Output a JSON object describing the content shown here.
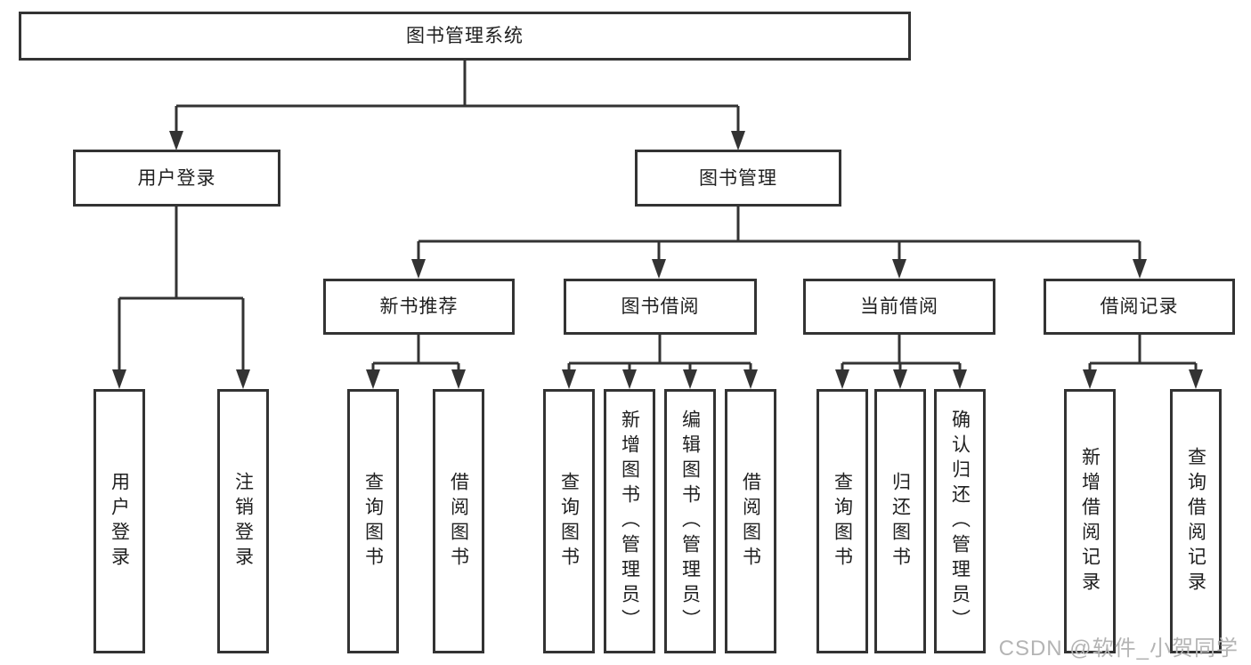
{
  "tree": {
    "label": "图书管理系统",
    "children": [
      {
        "label": "用户登录",
        "children": [
          {
            "label": "用户登录"
          },
          {
            "label": "注销登录"
          }
        ]
      },
      {
        "label": "图书管理",
        "children": [
          {
            "label": "新书推荐",
            "children": [
              {
                "label": "查询图书"
              },
              {
                "label": "借阅图书"
              }
            ]
          },
          {
            "label": "图书借阅",
            "children": [
              {
                "label": "查询图书"
              },
              {
                "label": "新增图书（管理员）"
              },
              {
                "label": "编辑图书（管理员）"
              },
              {
                "label": "借阅图书"
              }
            ]
          },
          {
            "label": "当前借阅",
            "children": [
              {
                "label": "查询图书"
              },
              {
                "label": "归还图书"
              },
              {
                "label": "确认归还（管理员）"
              }
            ]
          },
          {
            "label": "借阅记录",
            "children": [
              {
                "label": "新增借阅记录"
              },
              {
                "label": "查询借阅记录"
              }
            ]
          }
        ]
      }
    ]
  },
  "colors": {
    "line": "#333333",
    "text": "#1f1f1f",
    "watermark": "#b4b4b4",
    "background": "#ffffff"
  },
  "watermark": "CSDN @软件_小贺同学"
}
